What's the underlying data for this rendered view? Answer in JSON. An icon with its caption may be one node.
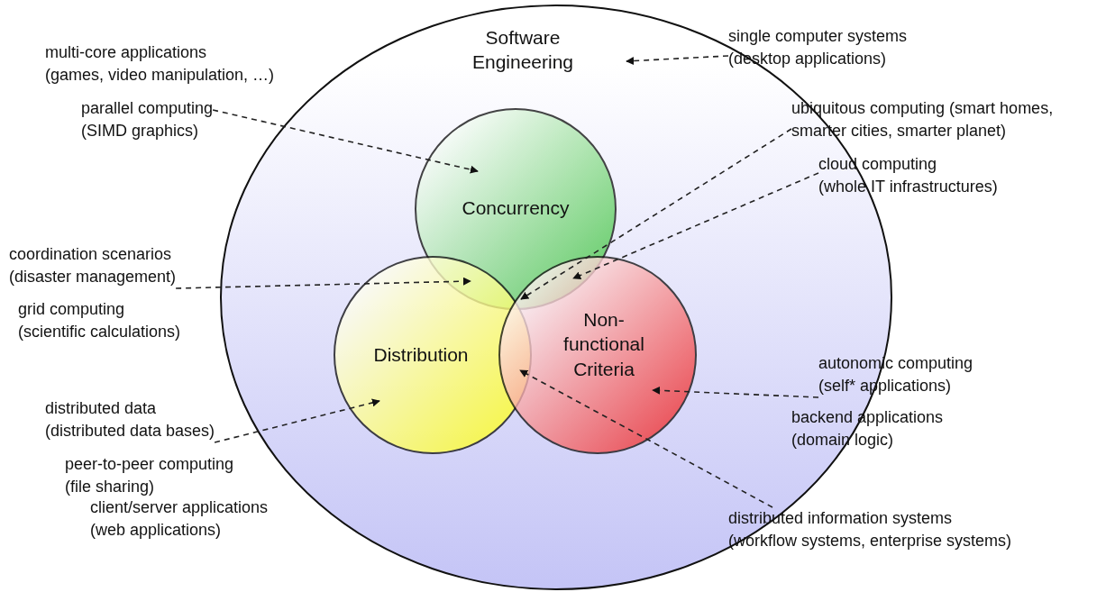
{
  "diagram": {
    "nodes": [
      {
        "text": [
          "Software Engineering"
        ]
      },
      {
        "text": [
          "Concurrency"
        ],
        "in": 0
      },
      {
        "text": [
          "Distribution"
        ],
        "in": 0
      },
      {
        "text": [
          "Non-functional Criteria"
        ],
        "in": 0
      },
      {
        "text": [
          "parallel computing",
          "(SIMD graphics)"
        ]
      },
      {
        "text": [
          "single computer systems",
          "(desktop applications)"
        ]
      },
      {
        "text": [
          "ubiquitous computing (smart homes,",
          "smarter cities, smarter planet)"
        ]
      },
      {
        "text": [
          "cloud computing",
          "(whole IT infrastructures)"
        ]
      },
      {
        "text": [
          "coordination scenarios",
          "(disaster management)"
        ]
      },
      {
        "text": [
          "distributed data",
          "(distributed data bases)"
        ]
      },
      {
        "text": [
          "autonomic computing",
          "(self* applications)"
        ]
      },
      {
        "text": [
          "distributed information systems",
          "(workflow systems, enterprise systems)"
        ]
      }
    ],
    "edges": [
      {
        "from": 4,
        "to": 1,
        "arrow": "to",
        "style": "dashed"
      },
      {
        "from": 5,
        "to": 0,
        "arrow": "to",
        "style": "dashed"
      },
      {
        "from": 6,
        "to": 2,
        "arrow": "to",
        "style": "dashed"
      },
      {
        "from": 7,
        "to": 3,
        "arrow": "to",
        "style": "dashed"
      },
      {
        "from": 8,
        "to": 2,
        "arrow": "to",
        "style": "dashed"
      },
      {
        "from": 9,
        "to": 2,
        "arrow": "to",
        "style": "dashed"
      },
      {
        "from": 10,
        "to": 3,
        "arrow": "to",
        "style": "dashed"
      },
      {
        "from": 11,
        "to": 2,
        "arrow": "to",
        "style": "dashed"
      }
    ],
    "labels": [
      "multi-core applications",
      "(games, video manipulation, …)",
      "grid computing",
      "(scientific calculations)",
      "peer-to-peer computing",
      "(file sharing)",
      "client/server applications",
      "(web applications)",
      "backend applications",
      "(domain logic)"
    ]
  }
}
